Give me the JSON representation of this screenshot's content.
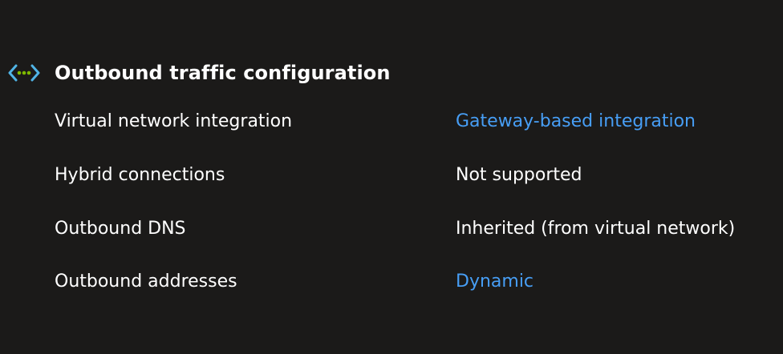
{
  "section": {
    "title": "Outbound traffic configuration",
    "icon": "network-connection-icon"
  },
  "properties": [
    {
      "label": "Virtual network integration",
      "value": "Gateway-based integration",
      "is_link": true
    },
    {
      "label": "Hybrid connections",
      "value": "Not supported",
      "is_link": false
    },
    {
      "label": "Outbound DNS",
      "value": "Inherited (from virtual network)",
      "is_link": false
    },
    {
      "label": "Outbound addresses",
      "value": "Dynamic",
      "is_link": true
    }
  ],
  "colors": {
    "background": "#1b1a19",
    "text": "#ffffff",
    "link": "#479ef5",
    "icon_bracket": "#50b4e6",
    "icon_dot": "#7fba00"
  }
}
